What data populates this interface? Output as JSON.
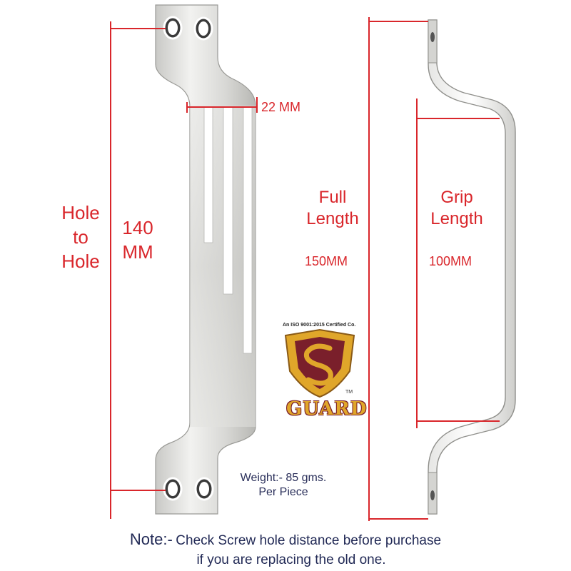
{
  "labels": {
    "hole_to_hole": [
      "Hole",
      "to",
      "Hole"
    ],
    "hole_distance": [
      "140",
      "MM"
    ],
    "width": "22 MM",
    "full_length": [
      "Full",
      "Length"
    ],
    "full_length_value": "150MM",
    "grip_length": [
      "Grip",
      "Length"
    ],
    "grip_length_value": "100MM"
  },
  "weight": [
    "Weight:- 85 gms.",
    "Per Piece"
  ],
  "brand": {
    "certification": "An ISO 9001:2015 Certified Co.",
    "name": "GUARD",
    "trademark": "TM"
  },
  "note": {
    "heading": "Note:-",
    "line1": "Check Screw hole distance before purchase",
    "line2": "if you are replacing the old one."
  },
  "colors": {
    "dimension_line": "#d9262b",
    "text_red": "#d9262b",
    "text_navy": "#222a56",
    "logo_gold": "#e0a62a",
    "logo_maroon": "#7a1f2b"
  }
}
